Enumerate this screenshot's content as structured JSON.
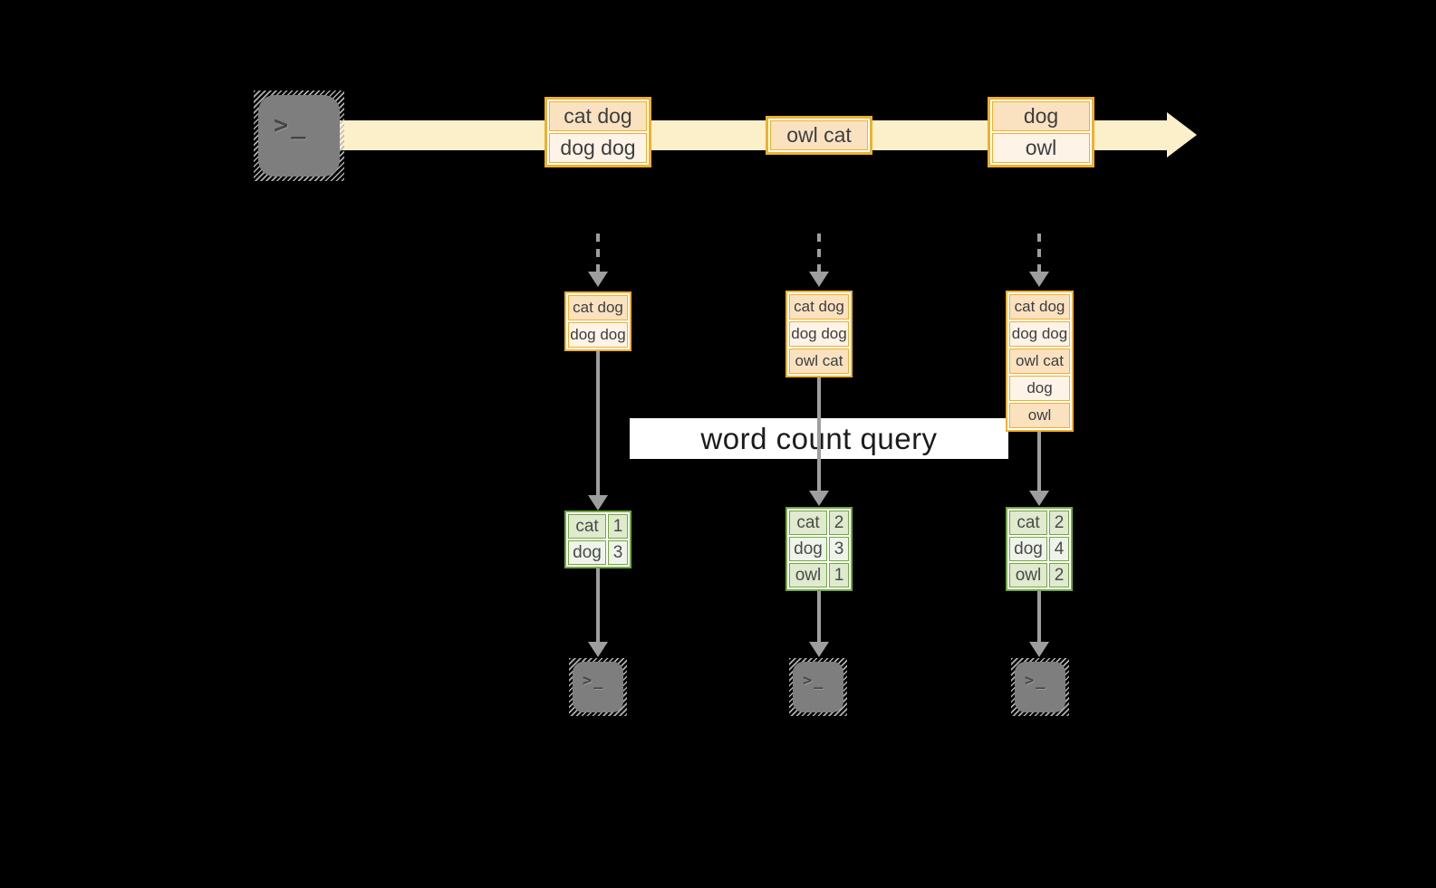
{
  "colors": {
    "background": "#000000",
    "stream": "#FCF0CB",
    "orange_border": "#F0B02A",
    "peach_dark": "#FAE2C1",
    "peach_light": "#FDF3E7",
    "green_border": "#71A83F",
    "green_dark": "#DFEACE",
    "green_light": "#EFF4EA",
    "arrow_gray": "#9E9E9E",
    "terminal_gray": "#7E7E7E"
  },
  "query": {
    "label": "word count query"
  },
  "terminal": {
    "glyph": ">_"
  },
  "stream_batches": [
    {
      "lines": [
        "cat dog",
        "dog dog"
      ]
    },
    {
      "lines": [
        "owl cat"
      ]
    },
    {
      "lines": [
        "dog",
        "owl"
      ]
    }
  ],
  "columns": [
    {
      "input_lines": [
        "cat dog",
        "dog dog"
      ],
      "counts": [
        [
          "cat",
          "1"
        ],
        [
          "dog",
          "3"
        ]
      ]
    },
    {
      "input_lines": [
        "cat dog",
        "dog dog",
        "owl cat"
      ],
      "counts": [
        [
          "cat",
          "2"
        ],
        [
          "dog",
          "3"
        ],
        [
          "owl",
          "1"
        ]
      ]
    },
    {
      "input_lines": [
        "cat dog",
        "dog dog",
        "owl cat",
        "dog",
        "owl"
      ],
      "counts": [
        [
          "cat",
          "2"
        ],
        [
          "dog",
          "4"
        ],
        [
          "owl",
          "2"
        ]
      ]
    }
  ]
}
